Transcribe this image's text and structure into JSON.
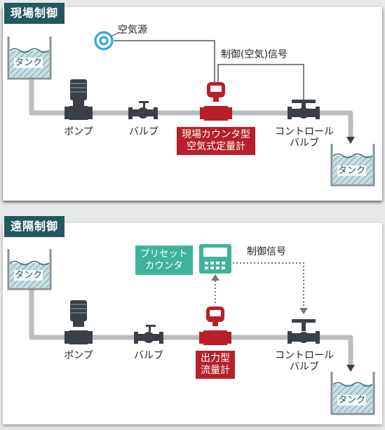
{
  "sections": {
    "local": {
      "title": "現場制御",
      "air_source": "空気源",
      "control_signal": "制御(空気)信号",
      "tank_top": "タンク",
      "tank_bottom": "タンク",
      "pump": "ポンプ",
      "valve": "バルブ",
      "counter_line1": "現場カウンタ型",
      "counter_line2": "空気式定量計",
      "control_valve_line1": "コントロール",
      "control_valve_line2": "バルブ"
    },
    "remote": {
      "title": "遠隔制御",
      "preset_line1": "プリセット",
      "preset_line2": "カウンタ",
      "control_signal": "制御信号",
      "tank_top": "タンク",
      "tank_bottom": "タンク",
      "pump": "ポンプ",
      "valve": "バルブ",
      "meter_line1": "出力型",
      "meter_line2": "流量計",
      "control_valve_line1": "コントロール",
      "control_valve_line2": "バルブ"
    }
  },
  "colors": {
    "title_bg": "#24575f",
    "pipe": "#b9bdc1",
    "device": "#3a4045",
    "meter_red": "#b7202a",
    "preset_green": "#3fb39a",
    "tank_water": "#7ba7b2",
    "air_source_ring": "#2aa3d8"
  },
  "icons": [
    "air-source-icon",
    "pump-icon",
    "valve-icon",
    "flow-meter-icon",
    "control-valve-icon",
    "tank-icon",
    "preset-counter-icon",
    "flow-arrow-icon"
  ]
}
